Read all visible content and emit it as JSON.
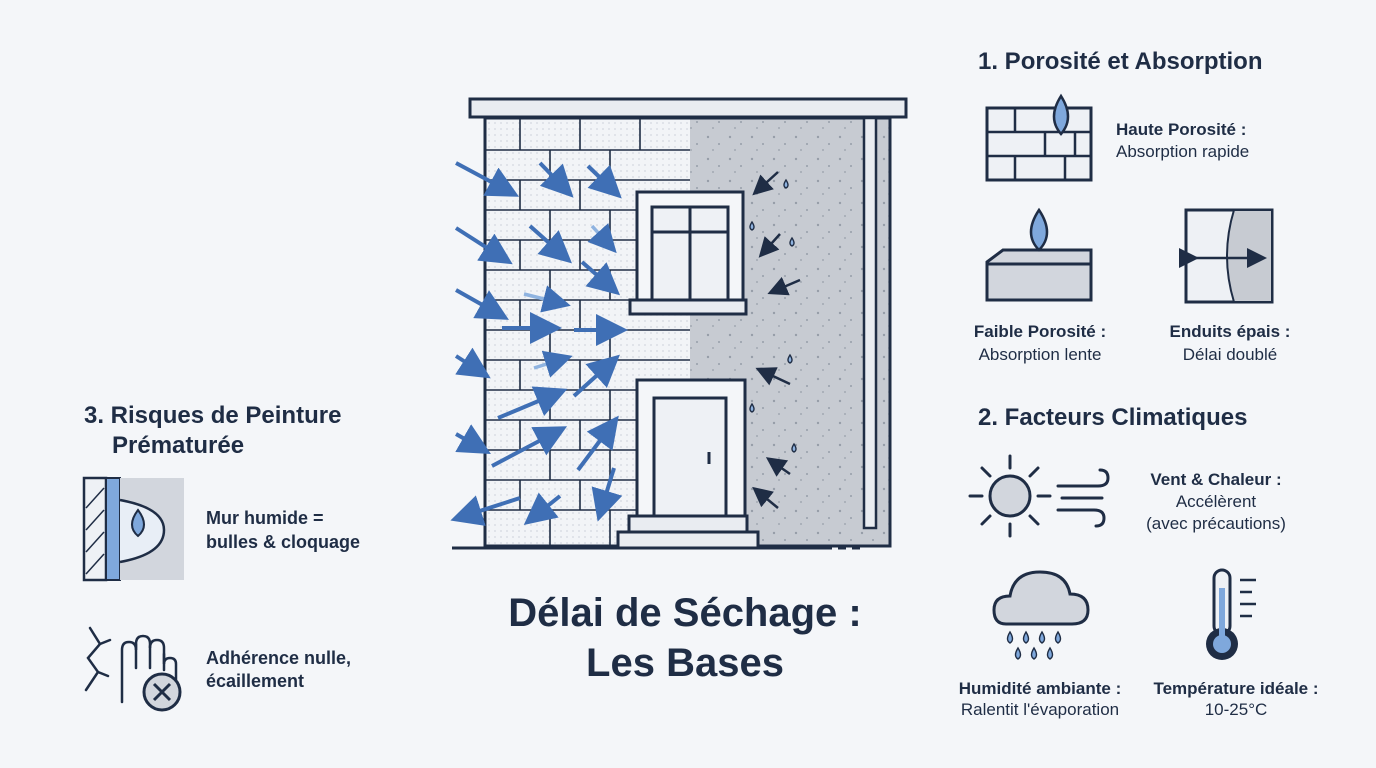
{
  "title": {
    "line1": "Délai de Séchage :",
    "line2": "Les Bases"
  },
  "section1": {
    "heading": "1. Porosité et Absorption",
    "high_porosity": {
      "label": "Haute Porosité :",
      "text": "Absorption rapide"
    },
    "low_porosity": {
      "label": "Faible Porosité :",
      "text": "Absorption lente"
    },
    "thick_coating": {
      "label": "Enduits épais :",
      "text": "Délai doublé"
    }
  },
  "section2": {
    "heading": "2. Facteurs Climatiques",
    "wind_heat": {
      "label": "Vent & Chaleur :",
      "text1": "Accélèrent",
      "text2": "(avec précautions)"
    },
    "humidity": {
      "label": "Humidité ambiante :",
      "text": "Ralentit l'évaporation"
    },
    "temperature": {
      "label": "Température idéale :",
      "text": "10-25°C"
    }
  },
  "section3": {
    "heading1": "3. Risques de Peinture",
    "heading2": "Prématurée",
    "wet_wall": {
      "text1": "Mur humide =",
      "text2": "bulles & cloquage"
    },
    "adhesion": {
      "text1": "Adhérence nulle,",
      "text2": "écaillement"
    }
  },
  "icons": {
    "porous_brick": "porous-brick-icon",
    "low_porosity_block": "dense-block-icon",
    "thick_coating": "thick-coating-icon",
    "sun_wind": "sun-wind-icon",
    "rain_cloud": "rain-cloud-icon",
    "thermometer": "thermometer-icon",
    "blister": "blister-icon",
    "peeling_hand": "peeling-hand-icon"
  },
  "colors": {
    "navy": "#1f2d45",
    "blue": "#3f6fb5",
    "light_blue": "#8fb3e0",
    "grey": "#c3c7ce",
    "background": "#f4f6f9"
  }
}
